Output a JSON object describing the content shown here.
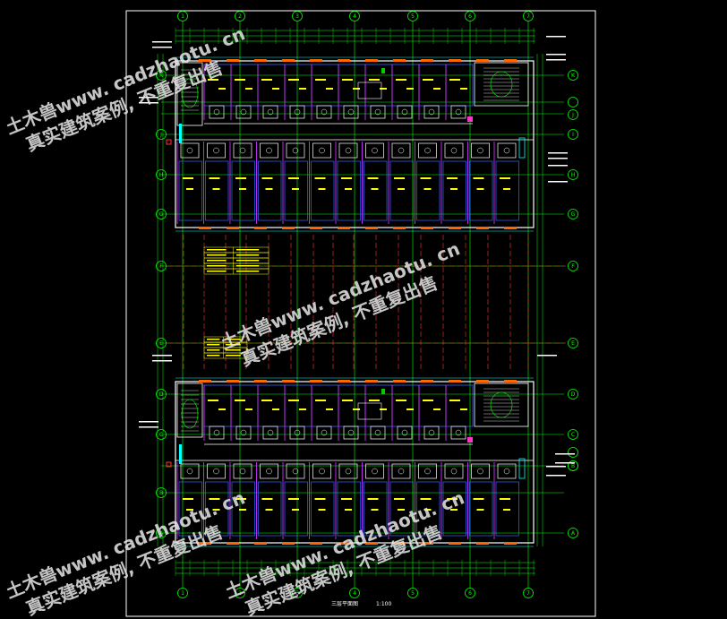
{
  "drawing": {
    "title": "三层平面图",
    "scale": "1:100",
    "background": "#000000",
    "colors": {
      "grid": "#00ff00",
      "axis": "#ff3333",
      "wall": "#ffffff",
      "room": "#3366ff",
      "partition": "#cc33ff",
      "fixture": "#ffffff",
      "label": "#ffff00",
      "dim": "#00ffff",
      "watermark": "#e8e8e8"
    },
    "column_axes": [
      "1",
      "2",
      "3",
      "4",
      "5",
      "6",
      "7"
    ],
    "row_axes_right": [
      "K",
      "J",
      "I",
      "H",
      "G",
      "F",
      "E",
      "D",
      "C",
      "B",
      "A"
    ],
    "row_axes_left": [
      "K",
      "J",
      "H",
      "G",
      "F",
      "E",
      "D",
      "C",
      "B",
      "A"
    ]
  },
  "watermark": {
    "line1": "土木兽www. cadzhaotu. cn",
    "line2": "真实建筑案例, 不重复出售"
  }
}
